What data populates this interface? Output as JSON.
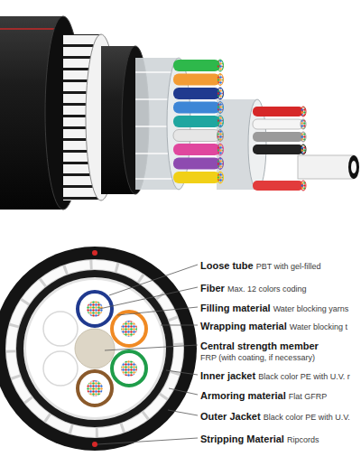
{
  "diagram": {
    "labels": [
      "Loose tube",
      "PBT with gel-filled",
      "Fiber",
      "Max. 12 colors coding",
      "Filling material",
      "Water blocking yarns",
      "Wrapping material",
      "Water blocking t",
      "Central strength member",
      "FRP (with coating, if necessary)",
      "Inner jacket",
      "Black color PE with U.V. r",
      "Armoring material",
      "Flat GFRP",
      "Outer Jacket",
      "Black color PE with U.V.",
      "Stripping Material",
      "Ripcords"
    ]
  }
}
